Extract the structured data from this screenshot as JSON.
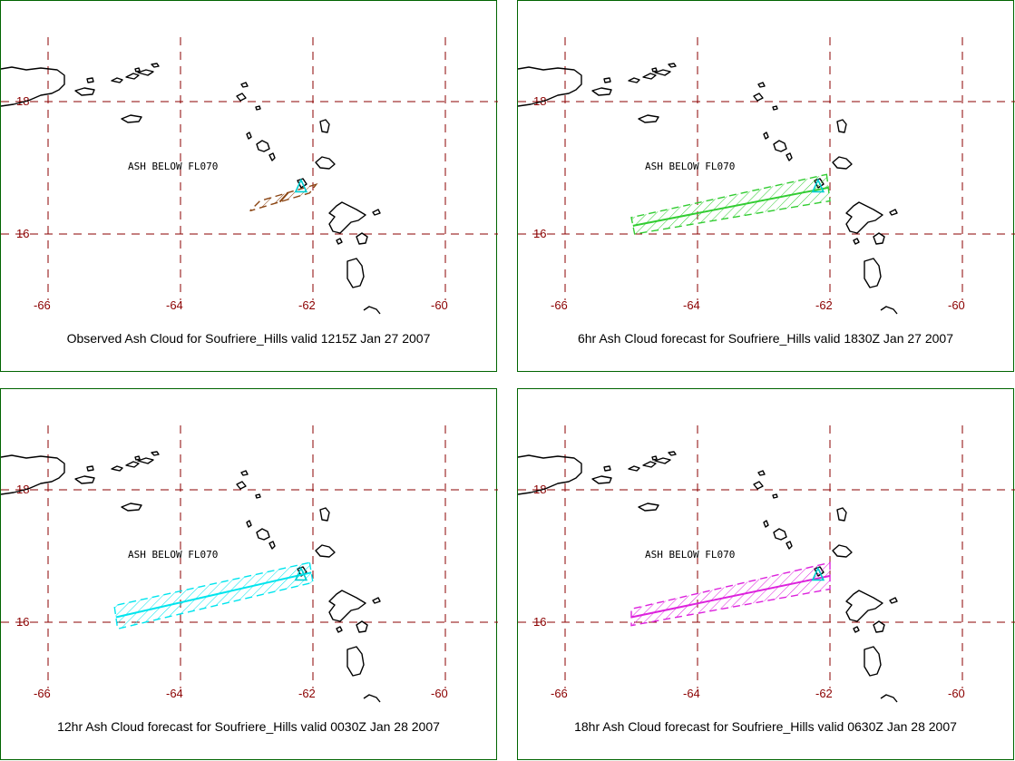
{
  "panels": [
    {
      "caption": "Observed Ash Cloud for Soufriere_Hills valid 1215Z Jan 27 2007",
      "ash_label": "ASH BELOW FL070",
      "color": "#8b4513",
      "polygon": [
        [
          -61.95,
          16.75
        ],
        [
          -62.8,
          16.5
        ],
        [
          -62.95,
          16.35
        ],
        [
          -62.05,
          16.62
        ]
      ]
    },
    {
      "caption": "6hr Ash Cloud forecast for Soufriere_Hills valid 1830Z Jan 27 2007",
      "ash_label": "ASH BELOW FL070",
      "color": "#32cd32",
      "polygon": [
        [
          -62.05,
          16.9
        ],
        [
          -62.0,
          16.5
        ],
        [
          -64.95,
          16.0
        ],
        [
          -65.0,
          16.25
        ]
      ]
    },
    {
      "caption": "12hr Ash Cloud forecast for Soufriere_Hills valid 0030Z Jan 28 2007",
      "ash_label": "ASH BELOW FL070",
      "color": "#00e5ee",
      "polygon": [
        [
          -62.05,
          16.9
        ],
        [
          -62.0,
          16.6
        ],
        [
          -64.95,
          15.9
        ],
        [
          -65.0,
          16.25
        ]
      ]
    },
    {
      "caption": "18hr Ash Cloud forecast for Soufriere_Hills valid 0630Z Jan 28 2007",
      "ash_label": "ASH BELOW FL070",
      "color": "#dd22dd",
      "polygon": [
        [
          -62.0,
          16.9
        ],
        [
          -62.0,
          16.5
        ],
        [
          -65.0,
          15.95
        ],
        [
          -65.0,
          16.2
        ]
      ]
    }
  ],
  "axes": {
    "lon_ticks": [
      "-66",
      "-64",
      "-62",
      "-60"
    ],
    "lat_ticks": [
      "18",
      "16"
    ],
    "lon_values": [
      -66,
      -64,
      -62,
      -60
    ],
    "lat_values": [
      18,
      16
    ]
  },
  "colors": {
    "grid": "#8b0000",
    "border": "#006400",
    "coast": "#000000"
  }
}
